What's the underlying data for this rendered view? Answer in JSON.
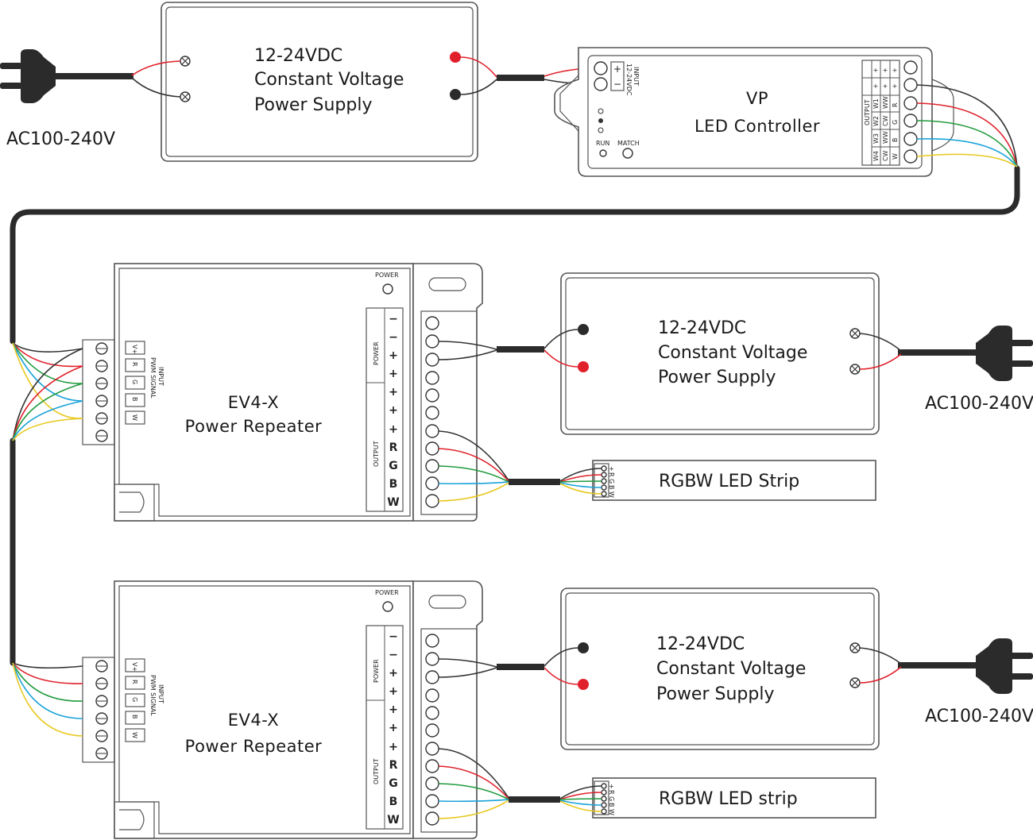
{
  "psu": {
    "line1": "12-24VDC",
    "line2": "Constant Voltage",
    "line3": "Power Supply"
  },
  "ac_label": "AC100-240V",
  "controller": {
    "name": "VP",
    "sub": "LED Controller",
    "input_label": "INPUT",
    "input_volt": "12-24VDC",
    "output_label": "OUTPUT",
    "run": "RUN",
    "match": "MATCH",
    "plus": "+",
    "minus": "−",
    "channels": [
      "W1",
      "W2",
      "W3",
      "W4"
    ],
    "rows": [
      [
        "R",
        "G",
        "B",
        "W"
      ],
      [
        "WW",
        "CW",
        "WW",
        "CW"
      ]
    ]
  },
  "repeater": {
    "name": "EV4-X",
    "sub": "Power Repeater",
    "power": "POWER",
    "output": "OUTPUT",
    "input_label": "INPUT",
    "pwm_label": "PWM SIGNAL",
    "input_pins": [
      "V+",
      "R",
      "G",
      "B",
      "W"
    ],
    "power_signs": [
      "−",
      "−",
      "+",
      "+"
    ],
    "output_signs": [
      "+",
      "+",
      "+",
      "R",
      "G",
      "B",
      "W"
    ]
  },
  "strip1": {
    "label": "RGBW LED Strip"
  },
  "strip2": {
    "label": "RGBW LED strip"
  },
  "strip_pins": [
    "+",
    "R",
    "G",
    "B",
    "W"
  ],
  "colors": {
    "red": "#e0202a",
    "green": "#1f9a3c",
    "blue": "#1aa3d9",
    "yellow": "#e8c81e",
    "black": "#2b2b2b"
  }
}
